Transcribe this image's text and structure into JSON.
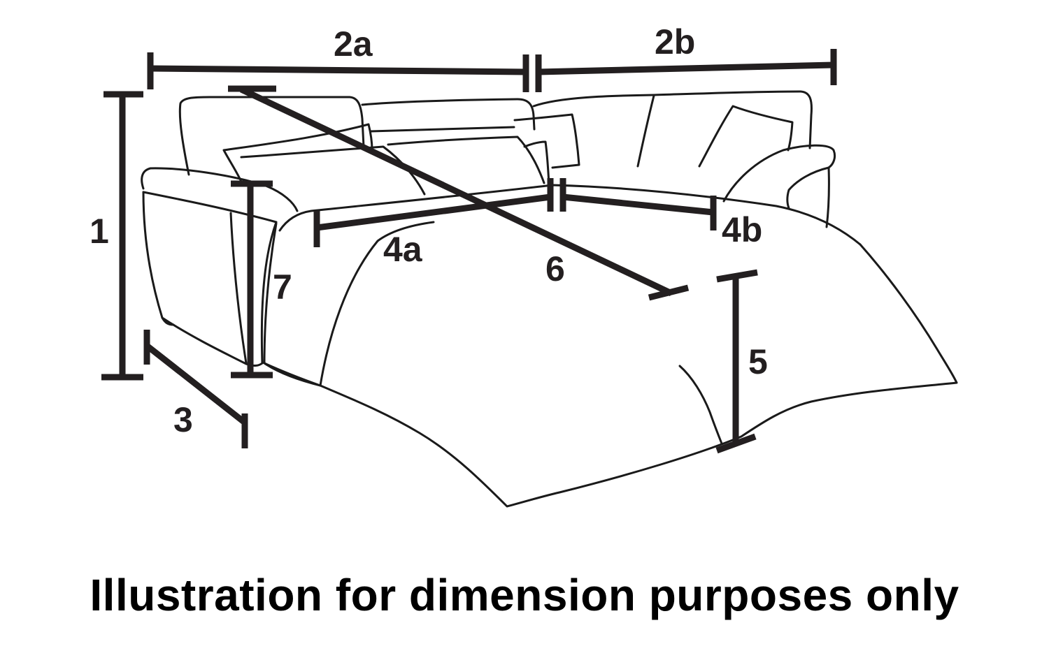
{
  "labels": {
    "d1": "1",
    "d2a": "2a",
    "d2b": "2b",
    "d3": "3",
    "d4a": "4a",
    "d4b": "4b",
    "d5": "5",
    "d6": "6",
    "d7": "7"
  },
  "caption": "Illustration for dimension purposes only",
  "colors": {
    "dimension_line": "#231f20",
    "outline": "#1a1a1a",
    "background": "#ffffff"
  }
}
